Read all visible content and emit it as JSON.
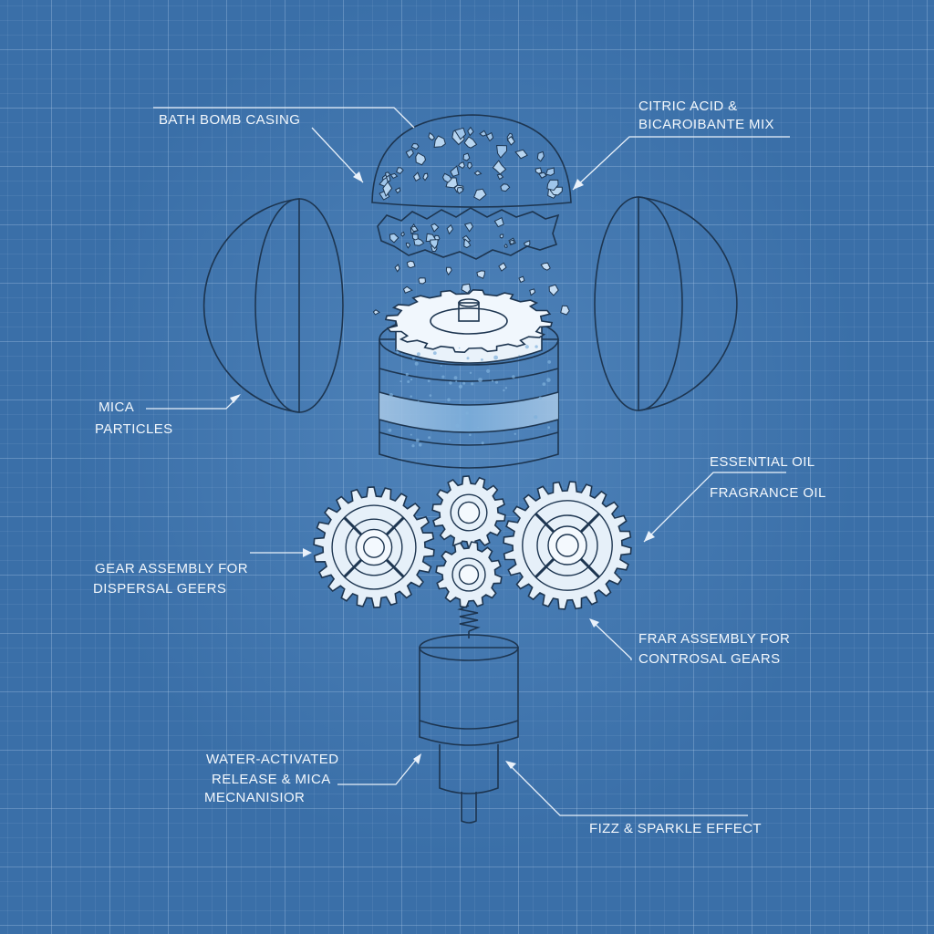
{
  "labels": {
    "bath_bomb_casing": "BATH BOMB CASING",
    "citric_line1": "CITRIC ACID &",
    "citric_line2": "BICAROIBANTE MIX",
    "mica_line1": "MICA",
    "mica_line2": "PARTICLES",
    "essential_oil": "ESSENTIAL OIL",
    "fragrance_oil": "FRAGRANCE OIL",
    "gear_line1": "GEAR ASSEMBLY FOR",
    "gear_line2": "DISPERSAL GEERS",
    "frar_line1": "FRAR ASSEMBLY FOR",
    "frar_line2": "CONTROSAL GEARS",
    "water_line1": "WATER-ACTIVATED",
    "water_line2": "RELEASE & MICA",
    "water_line3": "MECNANISIOR",
    "fizz": "FIZZ & SPARKLE EFFECT"
  },
  "colors": {
    "background": "#3a6fa8",
    "part_fill": "#eef4fa",
    "part_shade": "#7fb0dc",
    "outline": "#1d3550",
    "label_text": "#f2f7fc"
  }
}
